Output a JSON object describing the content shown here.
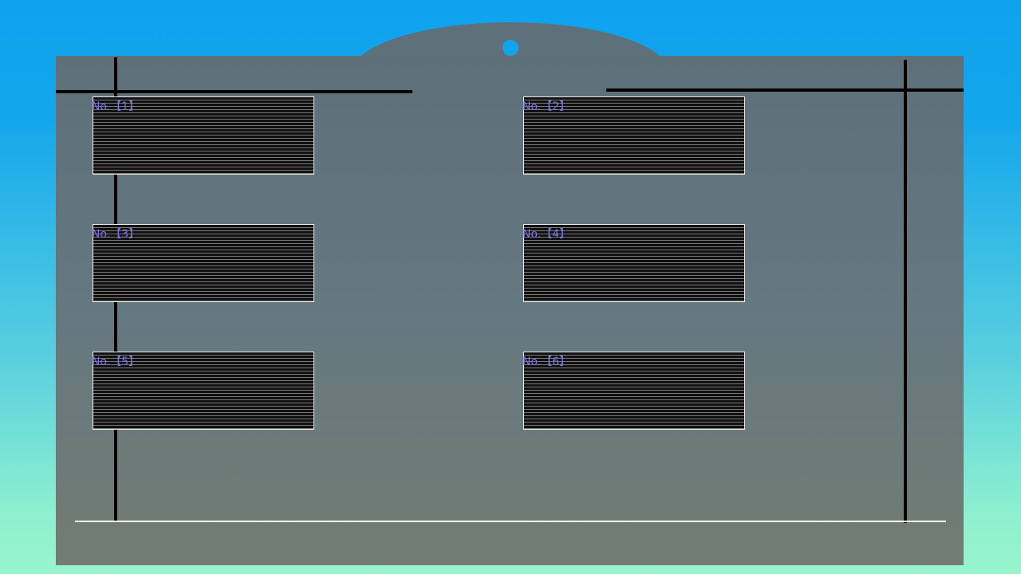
{
  "screen": {
    "type": "save-load-slots",
    "background_top_color": "#10a2ee",
    "background_bottom_color": "#98f5cc",
    "panel_color": "#637580",
    "label_color": "#7a74e8"
  },
  "slots": [
    {
      "label": "No.【1】"
    },
    {
      "label": "No.【2】"
    },
    {
      "label": "No.【3】"
    },
    {
      "label": "No.【4】"
    },
    {
      "label": "No.【5】"
    },
    {
      "label": "No.【6】"
    }
  ]
}
